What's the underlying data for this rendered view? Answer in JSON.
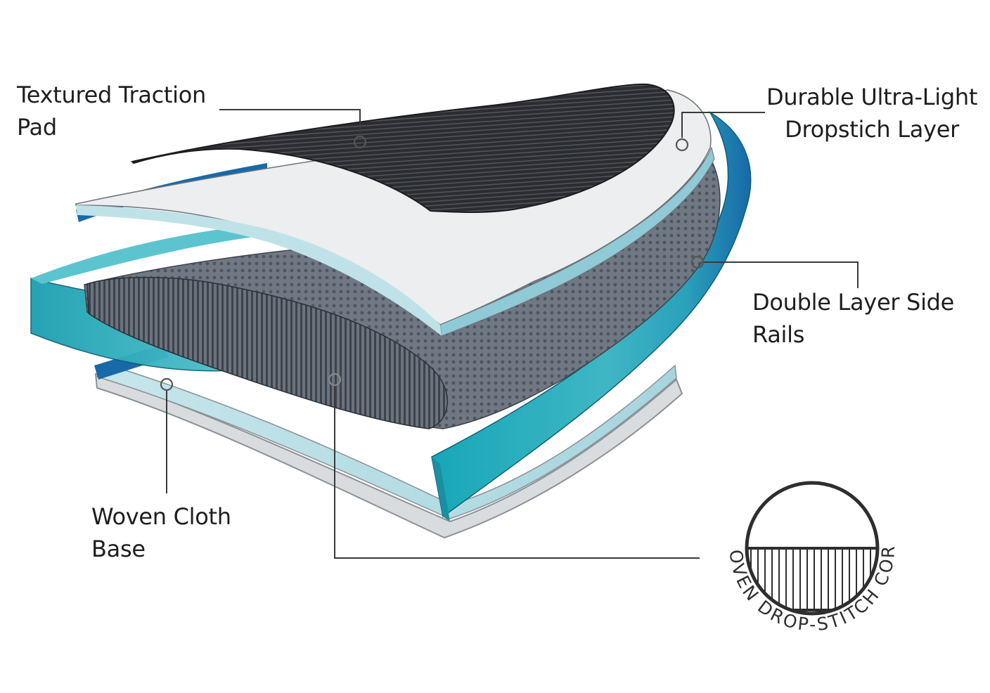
{
  "labels": {
    "traction_pad": {
      "line1": "Textured Traction",
      "line2": "Pad"
    },
    "dropstitch_layer": {
      "line1": "Durable Ultra-Light",
      "line2": "Dropstich Layer"
    },
    "side_rails": {
      "line1": "Double Layer Side",
      "line2": "Rails"
    },
    "woven_base": {
      "line1": "Woven Cloth",
      "line2": "Base"
    }
  },
  "inset": {
    "caption": "WOVEN DROP-STITCH CORE"
  },
  "colors": {
    "traction_pad": "#2b2d31",
    "dropstitch_layer": "#eceeef",
    "dropstitch_edge": "#8fcad6",
    "core": "#6f7883",
    "core_dots": "#4e5560",
    "rail_teal": "#3fb6c4",
    "rail_deep": "#1769a8",
    "base": "#b7dde4",
    "leader": "#3a3a3a"
  }
}
